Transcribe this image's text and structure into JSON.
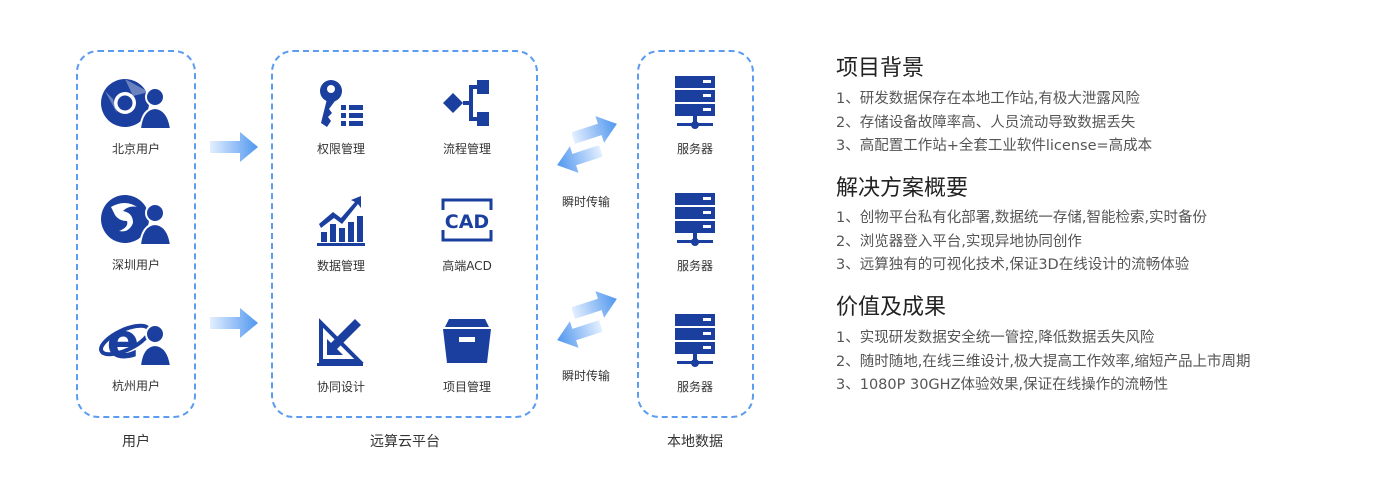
{
  "users": {
    "group_label": "用户",
    "items": [
      {
        "label": "北京用户",
        "icon": "chrome-user-icon"
      },
      {
        "label": "深圳用户",
        "icon": "firefox-user-icon"
      },
      {
        "label": "杭州用户",
        "icon": "ie-user-icon"
      }
    ]
  },
  "platform": {
    "group_label": "远算云平台",
    "items": [
      {
        "label": "权限管理",
        "icon": "key-permission-icon"
      },
      {
        "label": "流程管理",
        "icon": "flow-icon"
      },
      {
        "label": "数据管理",
        "icon": "bar-chart-icon"
      },
      {
        "label": "高端ACD",
        "icon": "cad-icon",
        "icon_text": "CAD"
      },
      {
        "label": "协同设计",
        "icon": "ruler-pencil-icon"
      },
      {
        "label": "项目管理",
        "icon": "archive-box-icon"
      }
    ]
  },
  "transfer": {
    "top_label": "瞬时传输",
    "bottom_label": "瞬时传输"
  },
  "local": {
    "group_label": "本地数据",
    "items": [
      {
        "label": "服务器",
        "icon": "server-icon"
      },
      {
        "label": "服务器",
        "icon": "server-icon"
      },
      {
        "label": "服务器",
        "icon": "server-icon"
      }
    ]
  },
  "sections": [
    {
      "title": "项目背景",
      "items": [
        "1、研发数据保存在本地工作站,有极大泄露风险",
        "2、存储设备故障率高、人员流动导致数据丢失",
        "3、高配置工作站+全套工业软件license=高成本"
      ]
    },
    {
      "title": "解决方案概要",
      "items": [
        "1、创物平台私有化部署,数据统一存储,智能检索,实时备份",
        "2、浏览器登入平台,实现异地协同创作",
        "3、远算独有的可视化技术,保证3D在线设计的流畅体验"
      ]
    },
    {
      "title": "价值及成果",
      "items": [
        "1、实现研发数据安全统一管控,降低数据丢失风险",
        "2、随时随地,在线三维设计,极大提高工作效率,缩短产品上市周期",
        "3、1080P 30GHZ体验效果,保证在线操作的流畅性"
      ]
    }
  ],
  "colors": {
    "icon_blue": "#1b3f9e",
    "dash_blue": "#5b9cf0",
    "arrow_light": "#cfe3fb",
    "arrow_dark": "#4f96ee"
  }
}
